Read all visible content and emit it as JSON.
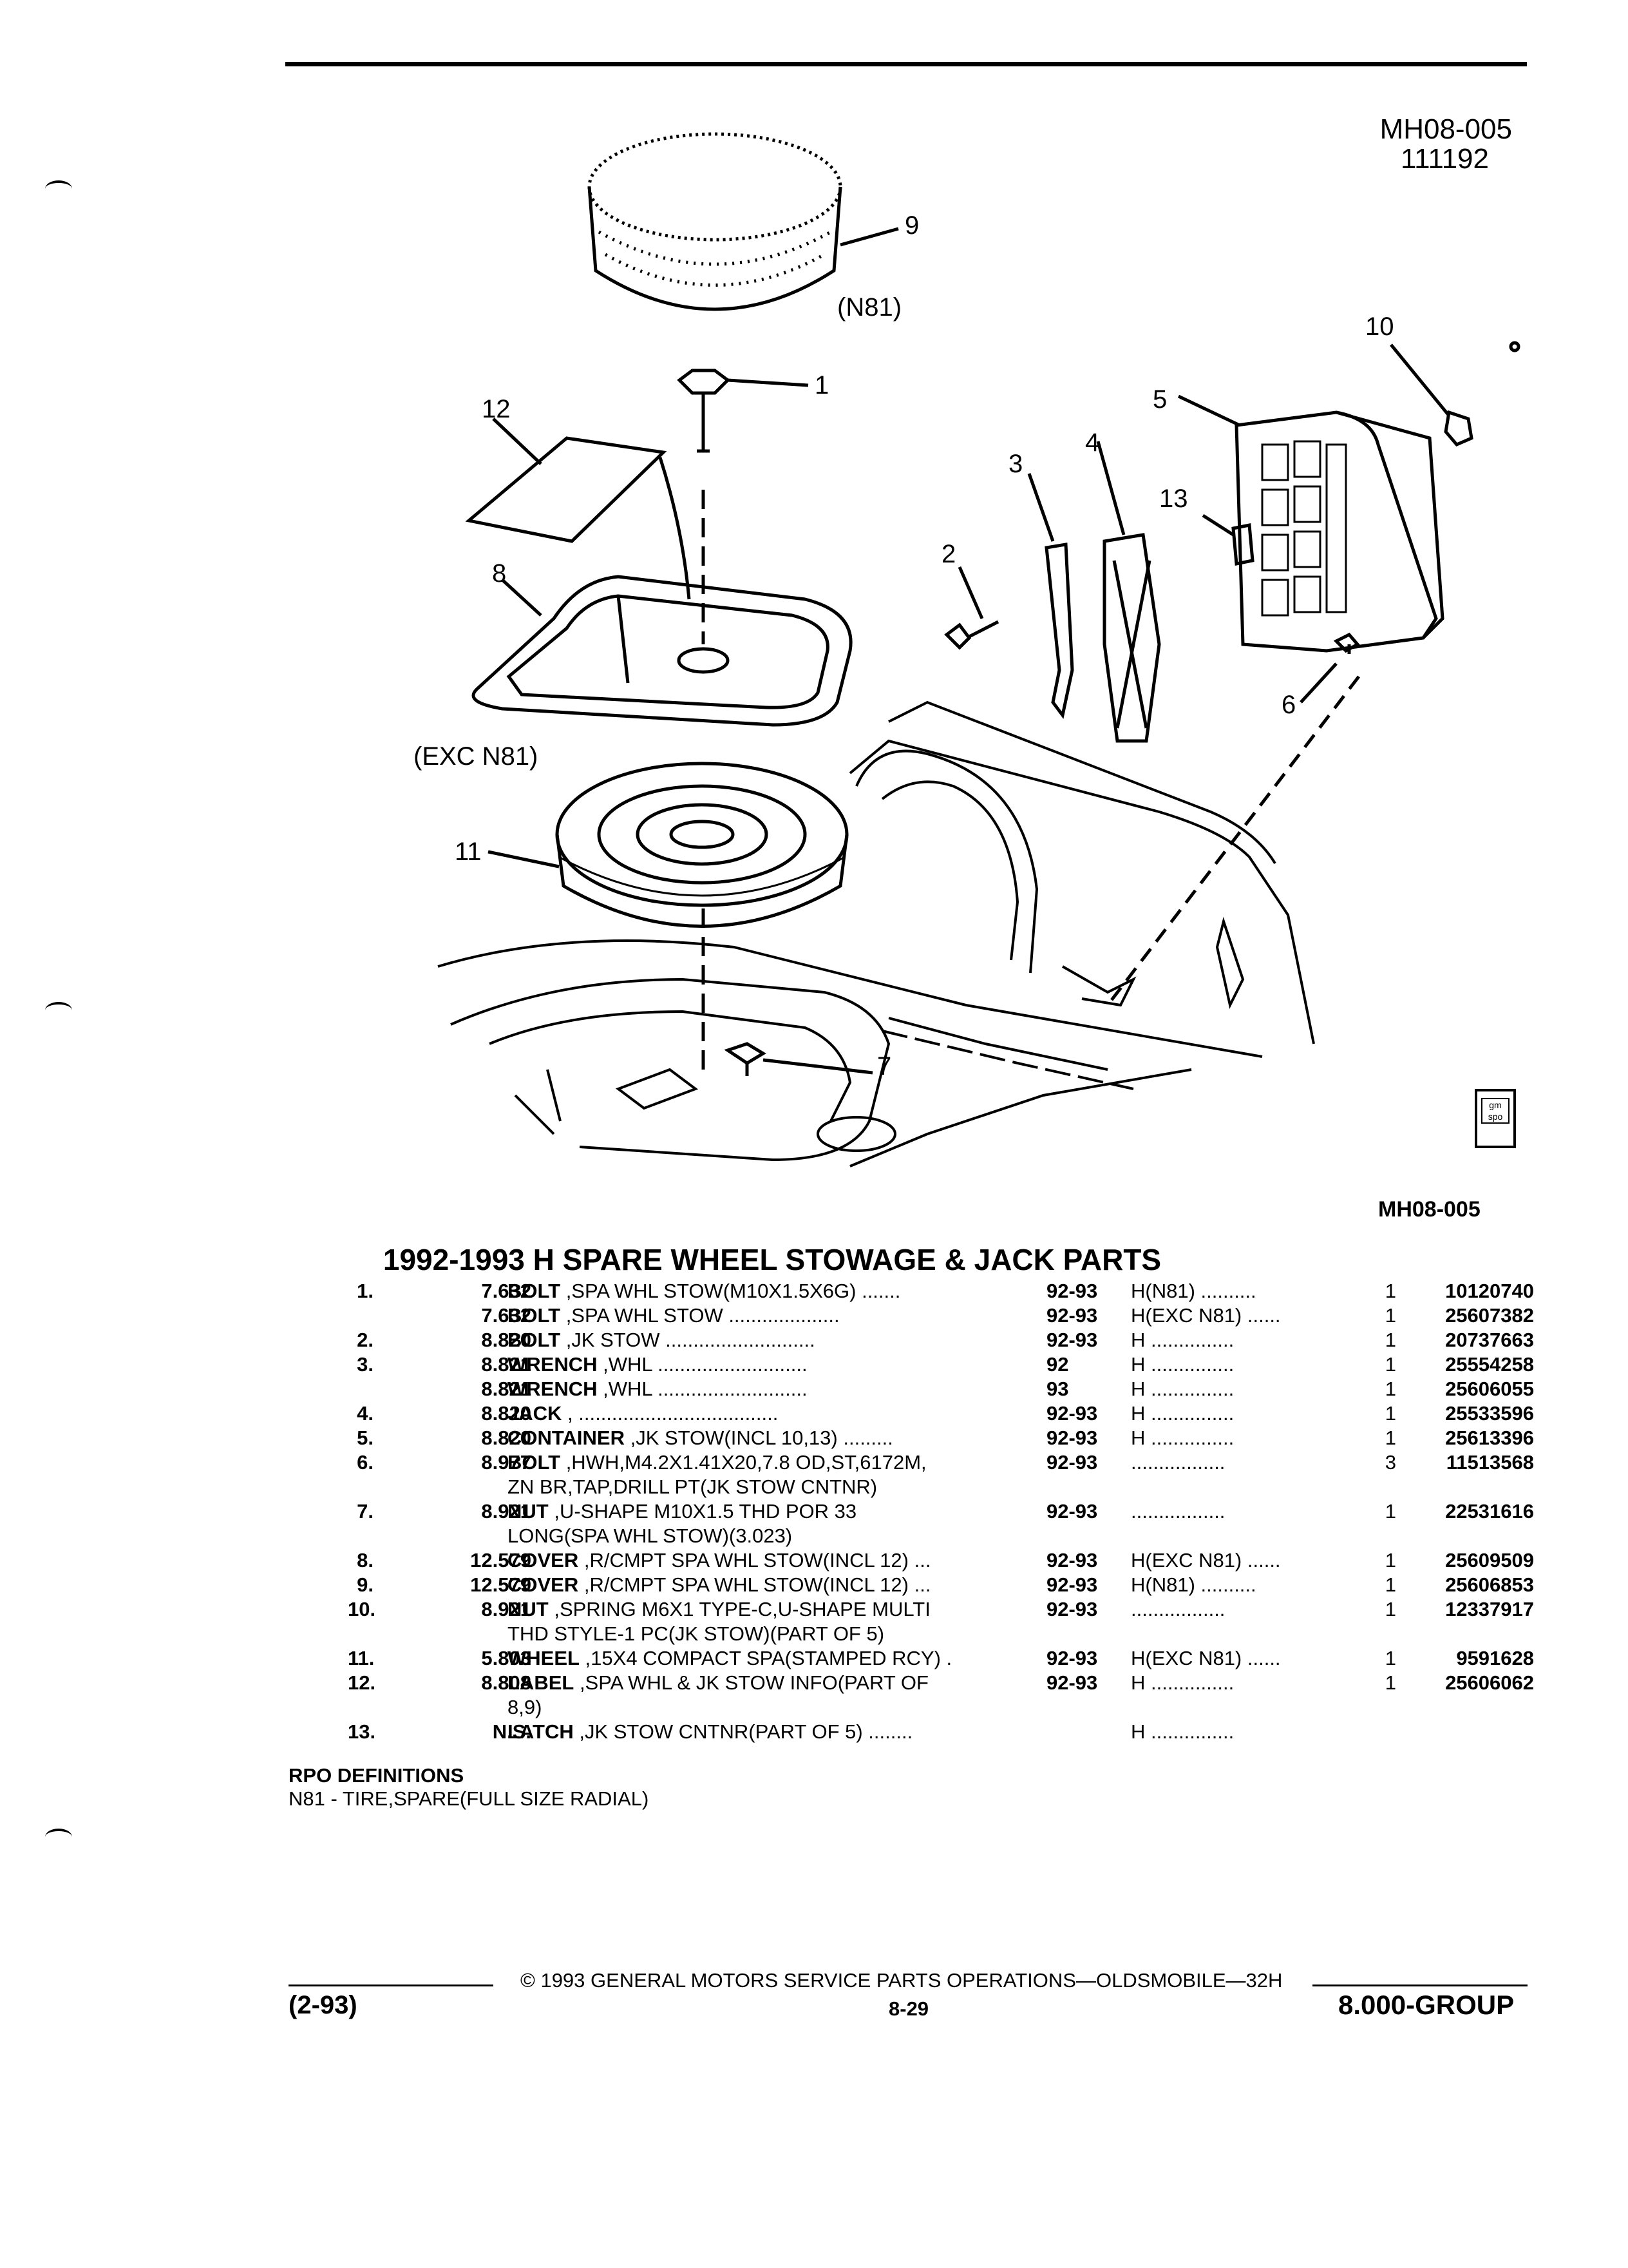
{
  "header": {
    "figure_code": "MH08-005",
    "figure_date": "111192"
  },
  "callouts": {
    "c1": "1",
    "c2": "2",
    "c3": "3",
    "c4": "4",
    "c5": "5",
    "c6": "6",
    "c7": "7",
    "c8": "8",
    "c9": "9",
    "c10": "10",
    "c11": "11",
    "c12": "12",
    "c13": "13",
    "n81": "(N81)",
    "exc_n81": "(EXC N81)"
  },
  "badge": {
    "line1": "gm",
    "line2": "spo"
  },
  "figure_bottom_code": "MH08-005",
  "title": "1992-1993 H SPARE WHEEL STOWAGE & JACK PARTS",
  "parts": [
    {
      "lines": [
        {
          "no": "1.",
          "group": "7.632",
          "name": "BOLT",
          "desc": " ,SPA WHL STOW(M10X1.5X6G) .......",
          "years": "92-93",
          "model": "H(N81) ..........",
          "qty": "1",
          "pn": "10120740"
        }
      ]
    },
    {
      "lines": [
        {
          "no": "",
          "group": "7.632",
          "name": "BOLT",
          "desc": " ,SPA WHL STOW ....................",
          "years": "92-93",
          "model": "H(EXC N81) ......",
          "qty": "1",
          "pn": "25607382"
        }
      ]
    },
    {
      "lines": [
        {
          "no": "2.",
          "group": "8.820",
          "name": "BOLT",
          "desc": " ,JK STOW ...........................",
          "years": "92-93",
          "model": "H ...............",
          "qty": "1",
          "pn": "20737663"
        }
      ]
    },
    {
      "lines": [
        {
          "no": "3.",
          "group": "8.821",
          "name": "WRENCH",
          "desc": " ,WHL ...........................",
          "years": "92",
          "model": "H ...............",
          "qty": "1",
          "pn": "25554258"
        }
      ]
    },
    {
      "lines": [
        {
          "no": "",
          "group": "8.821",
          "name": "WRENCH",
          "desc": " ,WHL ...........................",
          "years": "93",
          "model": "H ...............",
          "qty": "1",
          "pn": "25606055"
        }
      ]
    },
    {
      "lines": [
        {
          "no": "4.",
          "group": "8.820",
          "name": "JACK",
          "desc": " , ....................................",
          "years": "92-93",
          "model": "H ...............",
          "qty": "1",
          "pn": "25533596"
        }
      ]
    },
    {
      "lines": [
        {
          "no": "5.",
          "group": "8.820",
          "name": "CONTAINER",
          "desc": " ,JK STOW(INCL 10,13) .........",
          "years": "92-93",
          "model": "H ...............",
          "qty": "1",
          "pn": "25613396"
        }
      ]
    },
    {
      "lines": [
        {
          "no": "6.",
          "group": "8.977",
          "name": "BOLT",
          "desc": " ,HWH,M4.2X1.41X20,7.8 OD,ST,6172M,",
          "years": "92-93",
          "model": "  .................",
          "qty": "3",
          "pn": "11513568"
        },
        {
          "no": "",
          "group": "",
          "name": "",
          "desc": "ZN BR,TAP,DRILL PT(JK STOW CNTNR)",
          "years": "",
          "model": "",
          "qty": "",
          "pn": ""
        }
      ]
    },
    {
      "lines": [
        {
          "no": "7.",
          "group": "8.921",
          "name": "NUT",
          "desc": " ,U-SHAPE M10X1.5 THD POR 33",
          "years": "92-93",
          "model": "  .................",
          "qty": "1",
          "pn": "22531616"
        },
        {
          "no": "",
          "group": "",
          "name": "",
          "desc": "LONG(SPA WHL STOW)(3.023)",
          "years": "",
          "model": "",
          "qty": "",
          "pn": ""
        }
      ]
    },
    {
      "lines": [
        {
          "no": "8.",
          "group": "12.579",
          "name": "COVER",
          "desc": " ,R/CMPT SPA WHL STOW(INCL 12) ...",
          "years": "92-93",
          "model": "H(EXC N81) ......",
          "qty": "1",
          "pn": "25609509"
        }
      ]
    },
    {
      "lines": [
        {
          "no": "9.",
          "group": "12.579",
          "name": "COVER",
          "desc": " ,R/CMPT SPA WHL STOW(INCL 12) ...",
          "years": "92-93",
          "model": "H(N81) ..........",
          "qty": "1",
          "pn": "25606853"
        }
      ]
    },
    {
      "lines": [
        {
          "no": "10.",
          "group": "8.921",
          "name": "NUT",
          "desc": " ,SPRING M6X1 TYPE-C,U-SHAPE MULTI",
          "years": "92-93",
          "model": "  .................",
          "qty": "1",
          "pn": "12337917"
        },
        {
          "no": "",
          "group": "",
          "name": "",
          "desc": "THD STYLE-1 PC(JK STOW)(PART OF 5)",
          "years": "",
          "model": "",
          "qty": "",
          "pn": ""
        }
      ]
    },
    {
      "lines": [
        {
          "no": "11.",
          "group": "5.803",
          "name": "WHEEL",
          "desc": " ,15X4 COMPACT SPA(STAMPED RCY) .",
          "years": "92-93",
          "model": "H(EXC N81) ......",
          "qty": "1",
          "pn": "9591628"
        }
      ]
    },
    {
      "lines": [
        {
          "no": "12.",
          "group": "8.808",
          "name": "LABEL",
          "desc": " ,SPA WHL & JK STOW INFO(PART OF",
          "years": "92-93",
          "model": "H ...............",
          "qty": "1",
          "pn": "25606062"
        },
        {
          "no": "",
          "group": "",
          "name": "",
          "desc": "8,9)",
          "years": "",
          "model": "",
          "qty": "",
          "pn": ""
        }
      ]
    },
    {
      "lines": [
        {
          "no": "13.",
          "group": "N.S.",
          "name": "LATCH",
          "desc": " ,JK STOW CNTNR(PART OF 5) ........",
          "years": "",
          "model": "H ...............",
          "qty": "",
          "pn": ""
        }
      ]
    }
  ],
  "rpo": {
    "heading": "RPO DEFINITIONS",
    "definition": "N81 - TIRE,SPARE(FULL SIZE RADIAL)"
  },
  "footer": {
    "copyright": "©  1993  GENERAL MOTORS SERVICE PARTS OPERATIONS—OLDSMOBILE—32H",
    "date": "(2-93)",
    "page": "8-29",
    "group": "8.000-GROUP"
  }
}
